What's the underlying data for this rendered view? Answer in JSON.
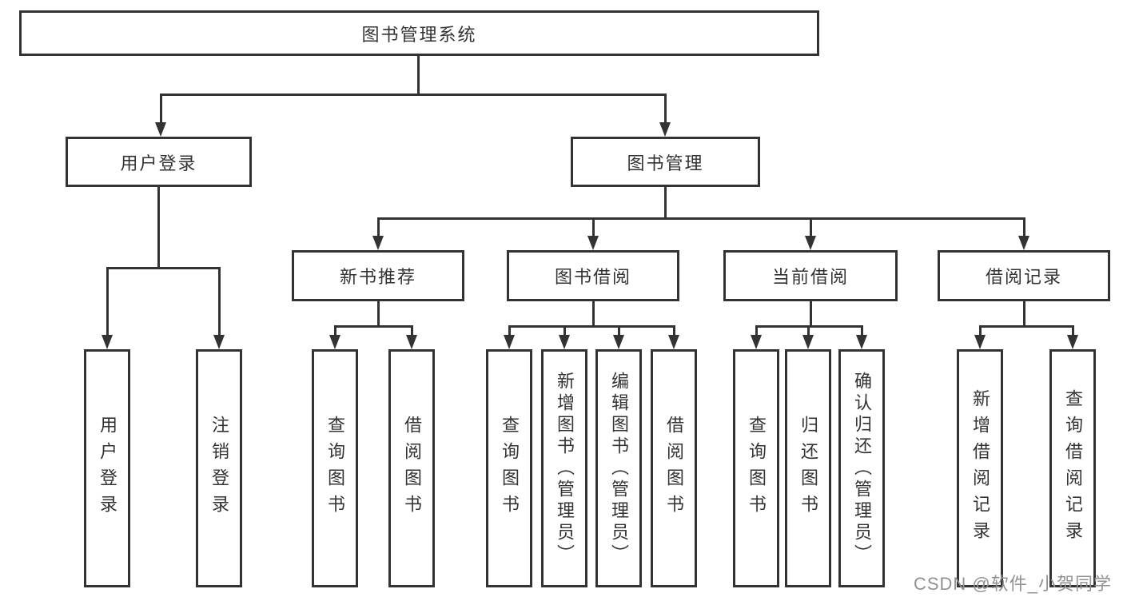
{
  "tree": {
    "root": "图书管理系统",
    "branches": [
      {
        "label": "用户登录",
        "children": [
          "用户登录",
          "注销登录"
        ]
      },
      {
        "label": "图书管理",
        "sections": [
          {
            "label": "新书推荐",
            "children": [
              "查询图书",
              "借阅图书"
            ]
          },
          {
            "label": "图书借阅",
            "children": [
              "查询图书",
              "新增图书（管理员）",
              "编辑图书（管理员）",
              "借阅图书"
            ]
          },
          {
            "label": "当前借阅",
            "children": [
              "查询图书",
              "归还图书",
              "确认归还（管理员）"
            ]
          },
          {
            "label": "借阅记录",
            "children": [
              "新增借阅记录",
              "查询借阅记录"
            ]
          }
        ]
      }
    ]
  },
  "watermark": "CSDN @软件_小贺同学",
  "colors": {
    "line": "#333333",
    "text": "#333333",
    "watermark": "#919191",
    "background": "#ffffff"
  }
}
